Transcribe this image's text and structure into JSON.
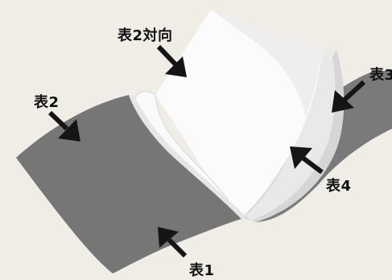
{
  "labels": {
    "cover2_facing": "表2対向",
    "cover2": "表2",
    "cover3": "表3",
    "cover4": "表4",
    "cover1": "表1"
  },
  "colors": {
    "background": "#efede6",
    "cover_gray": "#767676",
    "page_white": "#fbfbfb",
    "page_shade": "#dddddd",
    "arrow": "#151515"
  }
}
